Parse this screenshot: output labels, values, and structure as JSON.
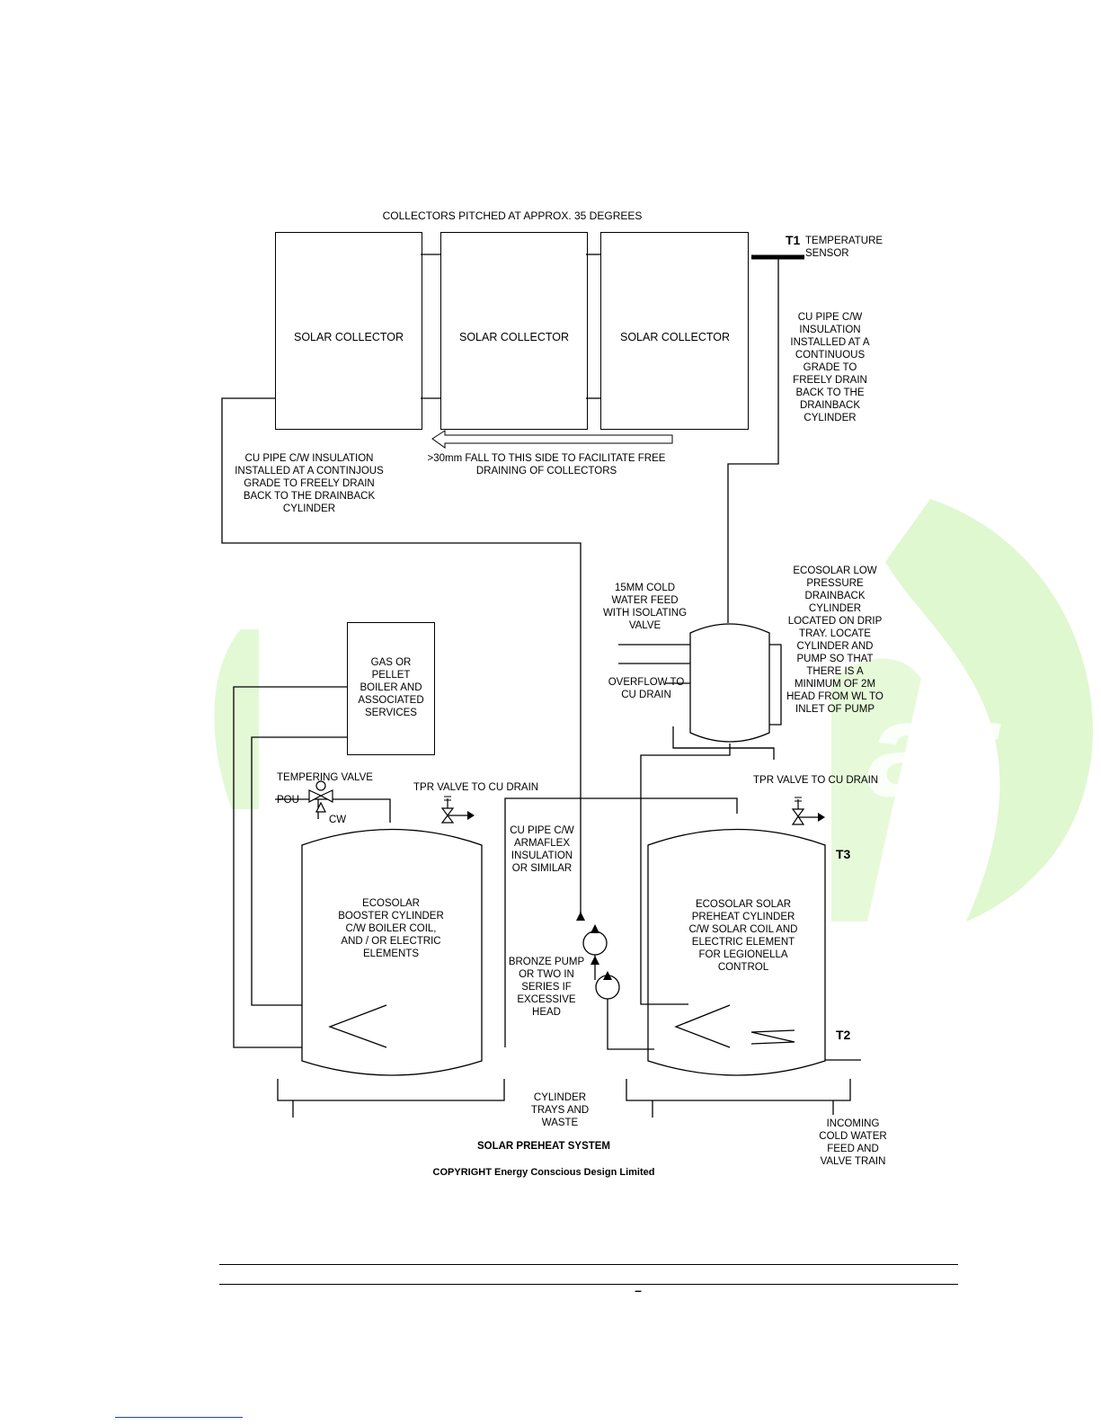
{
  "header_note": "COLLECTORS PITCHED AT APPROX. 35 DEGREES",
  "collectors": [
    "SOLAR COLLECTOR",
    "SOLAR COLLECTOR",
    "SOLAR COLLECTOR"
  ],
  "sensors": {
    "t1_tag": "T1",
    "t1_text": "TEMPERATURE\nSENSOR",
    "t2_tag": "T2",
    "t3_tag": "T3"
  },
  "notes": {
    "right_pipe": "CU PIPE C/W\nINSULATION\nINSTALLED AT A\nCONTINUOUS\nGRADE TO\nFREELY DRAIN\nBACK TO THE\nDRAINBACK\nCYLINDER",
    "left_pipe": "CU PIPE C/W INSULATION\nINSTALLED AT A CONTINJOUS\nGRADE TO FREELY DRAIN\nBACK TO THE DRAINBACK\nCYLINDER",
    "fall": ">30mm FALL TO THIS SIDE TO FACILITATE FREE\nDRAINING OF COLLECTORS",
    "cold_feed": "15MM COLD\nWATER FEED\nWITH ISOLATING\nVALVE",
    "overflow": "OVERFLOW TO\nCU DRAIN",
    "drainback": "ECOSOLAR LOW\nPRESSURE\nDRAINBACK\nCYLINDER\nLOCATED ON DRIP\nTRAY. LOCATE\nCYLINDER AND\nPUMP SO THAT\nTHERE IS A\nMINIMUM OF 2M\nHEAD FROM WL TO\nINLET OF PUMP",
    "boiler": "GAS OR\nPELLET\nBOILER AND\nASSOCIATED\nSERVICES",
    "tempering_valve": "TEMPERING VALVE",
    "pou": "POU",
    "cw": "CW",
    "tpr_left": "TPR VALVE TO CU DRAIN",
    "tpr_right": "TPR VALVE TO CU DRAIN",
    "armaflex": "CU PIPE C/W\nARMAFLEX\nINSULATION\nOR SIMILAR",
    "booster": "ECOSOLAR\nBOOSTER CYLINDER\nC/W BOILER COIL,\nAND / OR ELECTRIC\nELEMENTS",
    "preheat": "ECOSOLAR SOLAR\nPREHEAT CYLINDER\nC/W SOLAR COIL AND\nELECTRIC ELEMENT\nFOR LEGIONELLA\nCONTROL",
    "pump": "BRONZE PUMP\nOR TWO IN\nSERIES IF\nEXCESSIVE\nHEAD",
    "trays": "CYLINDER\nTRAYS AND\nWASTE",
    "incoming": "INCOMING\nCOLD WATER\nFEED AND\nVALVE TRAIN"
  },
  "caption": {
    "title": "SOLAR PREHEAT SYSTEM",
    "copyright": "COPYRIGHT Energy Conscious Design Limited"
  },
  "footer": {
    "page_mark": "–"
  },
  "colors": {
    "watermark": "#d9f7c8",
    "line": "#000000"
  }
}
